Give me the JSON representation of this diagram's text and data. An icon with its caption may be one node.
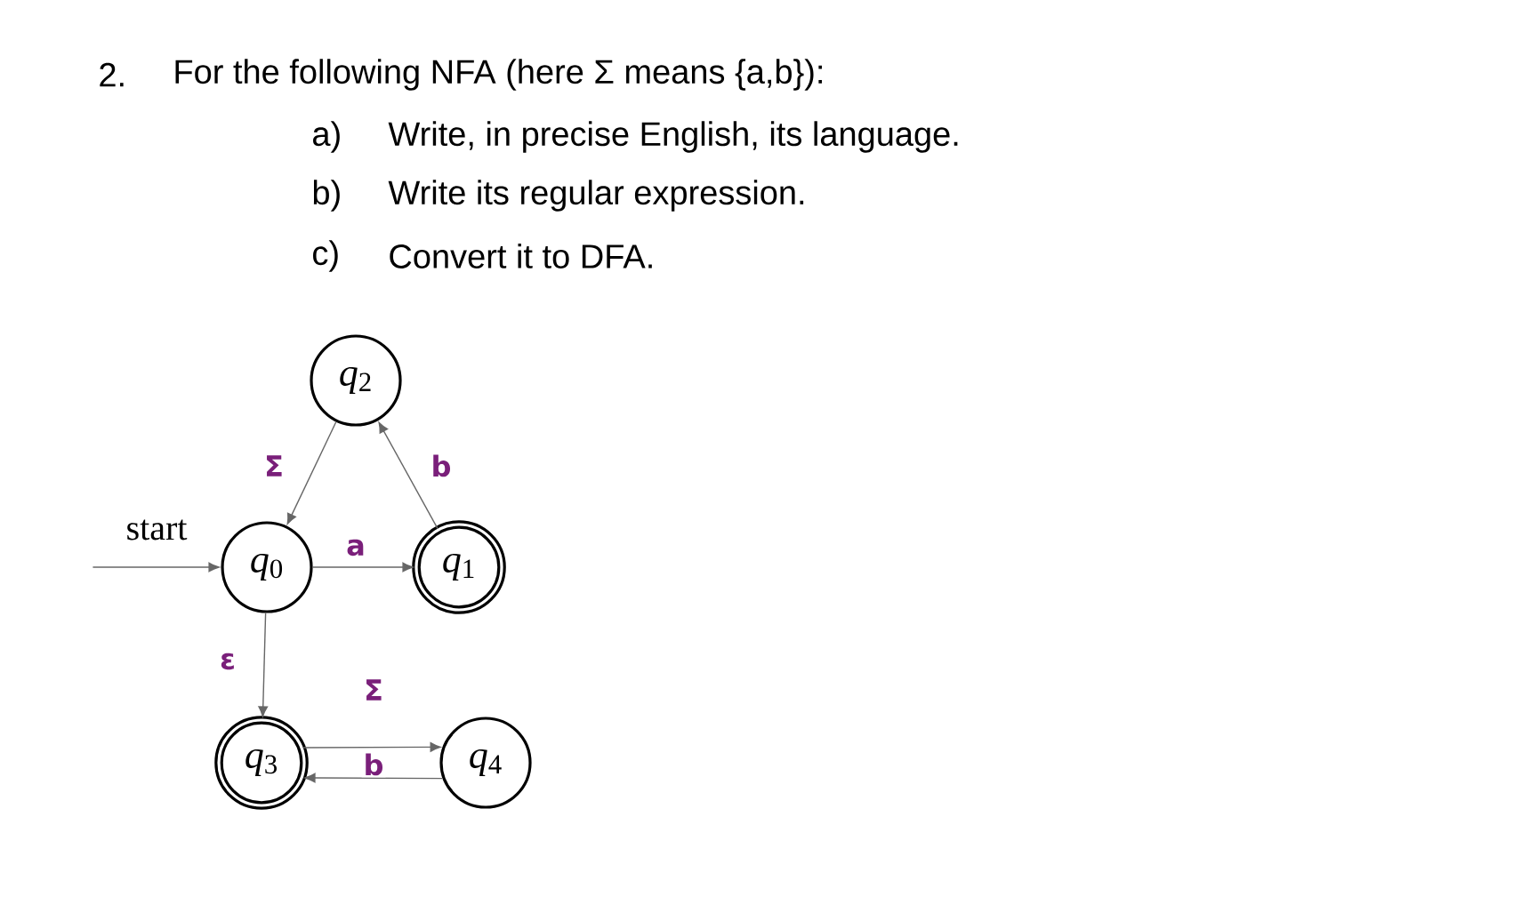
{
  "diagram": {
    "nodes": [
      {
        "text": [
          "*q*$_{2}$"
        ]
      },
      {
        "text": [
          "*q*$_{0}$"
        ]
      },
      {
        "text": [
          "*q*$_{1}$"
        ]
      },
      {
        "text": [
          "*q*$_{3}$"
        ]
      },
      {
        "text": [
          "*q*$_{4}$"
        ]
      }
    ],
    "edges": [
      {
        "from": null,
        "to": 1,
        "arrow": "to",
        "label": "start"
      },
      {
        "from": 0,
        "to": 1,
        "arrow": "to",
        "label": "Σ"
      },
      {
        "from": 1,
        "to": 2,
        "arrow": "to",
        "label": "a"
      },
      {
        "from": 2,
        "to": 0,
        "arrow": "to",
        "label": "b"
      },
      {
        "from": 1,
        "to": 3,
        "arrow": "to",
        "label": "ε"
      },
      {
        "from": 3,
        "to": 4,
        "arrow": "to",
        "label": "Σ"
      },
      {
        "from": 4,
        "to": 3,
        "arrow": "to",
        "label": "b"
      }
    ],
    "labels": [
      "2.",
      "For the following NFA (here Σ means {a,b}):",
      "a)",
      "Write, in precise English, its language.",
      "b)",
      "Write its regular expression.",
      "c)",
      "Convert it to DFA."
    ]
  }
}
